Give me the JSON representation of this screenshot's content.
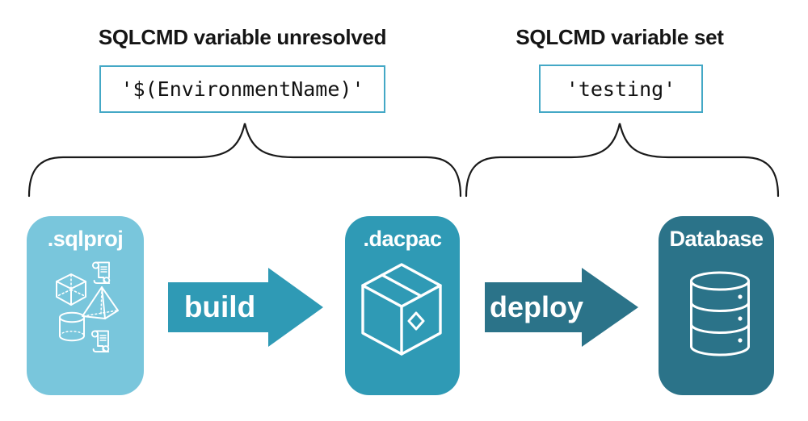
{
  "colors": {
    "card_light_blue": "#79C6DC",
    "card_teal": "#2F9AB5",
    "card_dark_teal": "#2B7389",
    "arrow_build": "#2F9AB5",
    "arrow_deploy": "#2B7389",
    "code_box_border": "#44A8C6",
    "brace_stroke": "#1a1a1a",
    "heading_text": "#151515",
    "label_text": "#ffffff"
  },
  "annotations": {
    "left": {
      "heading": "SQLCMD variable unresolved",
      "code": "'$(EnvironmentName)'"
    },
    "right": {
      "heading": "SQLCMD variable set",
      "code": "'testing'"
    }
  },
  "pipeline": {
    "nodes": [
      {
        "label": ".sqlproj",
        "icon": "sql-objects-icons (cube, pyramid, cylinder, two scripts)"
      },
      {
        "label": ".dacpac",
        "icon": "package-box-icon"
      },
      {
        "label": "Database",
        "icon": "database-cylinder-icon"
      }
    ],
    "arrows": [
      {
        "label": "build"
      },
      {
        "label": "deploy"
      }
    ]
  }
}
